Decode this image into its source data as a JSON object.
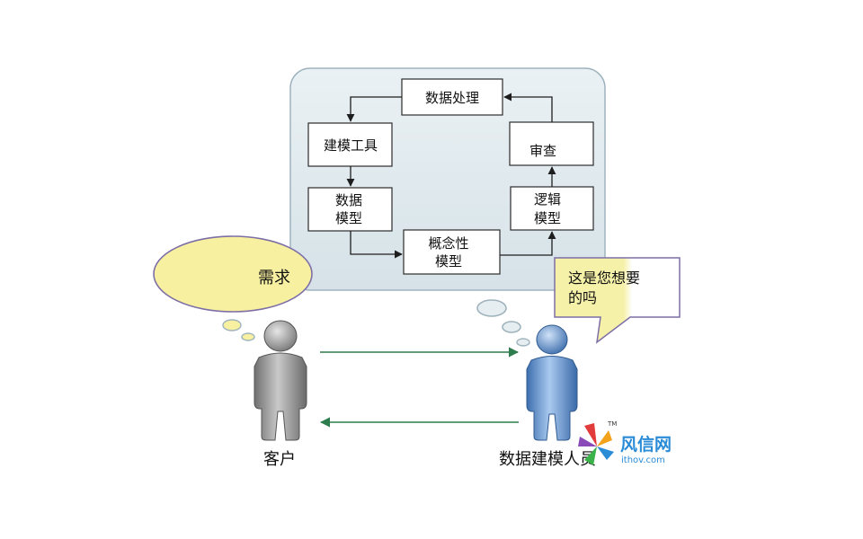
{
  "process": {
    "data_processing": "数据处理",
    "modeling_tools": "建模工具",
    "data_model_1": "数据",
    "data_model_2": "模型",
    "conceptual_model_1": "概念性",
    "conceptual_model_2": "模型",
    "logical_model_1": "逻辑",
    "logical_model_2": "模型",
    "review": "审查"
  },
  "customer": {
    "thought": "需求",
    "label": "客户"
  },
  "modeler": {
    "speech_line1": "这是您想要",
    "speech_line2": "的吗",
    "label": "数据建模人员"
  },
  "watermark": {
    "brand_cn": "风信网",
    "brand_url": "ithov.com",
    "trademark": "TM"
  },
  "colors": {
    "panel_fill": "#dfe8ec",
    "panel_stroke": "#9fb3bd",
    "thought_fill": "#f7f0a0",
    "thought_stroke": "#7d6fa6",
    "speech_left_fill": "#f6f1a8",
    "speech_right_fill": "#ffffff",
    "customer_figure": "#8e8e8e",
    "modeler_figure": "#5f8fc8",
    "green_arrow": "#2e7d4f",
    "brand_blue": "#2a8bd6"
  }
}
